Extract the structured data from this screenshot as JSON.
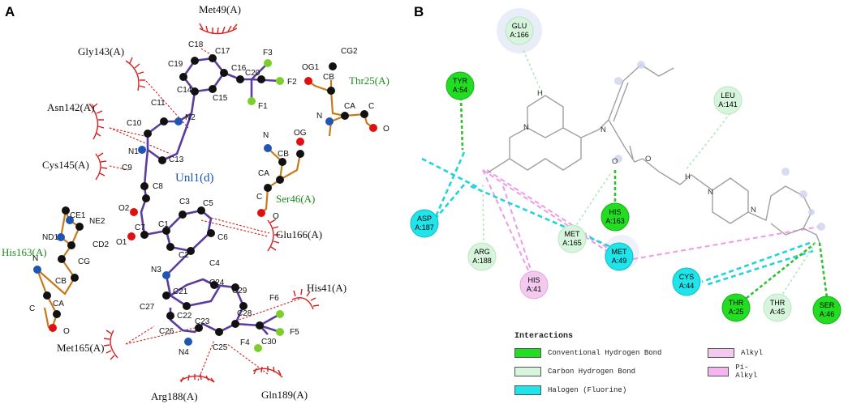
{
  "panels": {
    "a": "A",
    "b": "B"
  },
  "panel_a": {
    "ligand_name": "Unl1(d)",
    "atoms": [
      "C17",
      "C18",
      "C16",
      "F3",
      "C20",
      "F2",
      "C19",
      "C14",
      "C15",
      "F1",
      "C11",
      "N2",
      "C10",
      "C13",
      "N1",
      "C9",
      "C8",
      "O2",
      "C3",
      "C5",
      "C7",
      "C1",
      "O1",
      "C6",
      "C2",
      "C4",
      "N3",
      "C21",
      "C24",
      "C29",
      "C27",
      "C22",
      "C23",
      "C28",
      "F6",
      "C26",
      "C25",
      "C30",
      "F5",
      "N4",
      "F4",
      "CE1",
      "NE2",
      "ND1",
      "CD2",
      "CG",
      "N",
      "CB",
      "CA",
      "C",
      "O",
      "OG1",
      "CG2",
      "CB",
      "CA",
      "N",
      "C",
      "O",
      "N",
      "OG",
      "CB",
      "CA",
      "C",
      "O"
    ],
    "residues_hbond": [
      "Thr25(A)",
      "Ser46(A)",
      "His163(A)"
    ],
    "residues_hydrophobic": [
      "Met49(A)",
      "Gly143(A)",
      "Asn142(A)",
      "Cys145(A)",
      "Glu166(A)",
      "His41(A)",
      "Met165(A)",
      "Arg188(A)",
      "Gln189(A)"
    ]
  },
  "panel_b": {
    "residues": [
      {
        "name": "GLU",
        "id": "A:166",
        "type": "carbon"
      },
      {
        "name": "TYR",
        "id": "A:54",
        "type": "conventional"
      },
      {
        "name": "LEU",
        "id": "A:141",
        "type": "carbon"
      },
      {
        "name": "HIS",
        "id": "A:163",
        "type": "conventional"
      },
      {
        "name": "ASP",
        "id": "A:187",
        "type": "halogen"
      },
      {
        "name": "MET",
        "id": "A:165",
        "type": "carbon"
      },
      {
        "name": "ARG",
        "id": "A:188",
        "type": "carbon"
      },
      {
        "name": "MET",
        "id": "A:49",
        "type": "halogen"
      },
      {
        "name": "HIS",
        "id": "A:41",
        "type": "pialkyl"
      },
      {
        "name": "CYS",
        "id": "A:44",
        "type": "halogen"
      },
      {
        "name": "THR",
        "id": "A:25",
        "type": "conventional"
      },
      {
        "name": "THR",
        "id": "A:45",
        "type": "carbon"
      },
      {
        "name": "SER",
        "id": "A:46",
        "type": "conventional"
      }
    ],
    "atom_labels": [
      "N",
      "H",
      "N",
      "O",
      "O",
      "H",
      "N",
      "N"
    ],
    "legend_title": "Interactions",
    "legend": [
      {
        "label": "Conventional Hydrogen Bond",
        "color": "#22dd22"
      },
      {
        "label": "Carbon Hydrogen Bond",
        "color": "#d7f5dc"
      },
      {
        "label": "Halogen (Fluorine)",
        "color": "#1fe4ea"
      },
      {
        "label": "Alkyl",
        "color": "#f4c9ef"
      },
      {
        "label": "Pi-Alkyl",
        "color": "#f4b6f0"
      }
    ]
  },
  "colors": {
    "bond": "#5c3d9e",
    "carbon": "#111111",
    "oxygen": "#e01010",
    "nitrogen": "#1f56b3",
    "fluorine": "#7ccf28",
    "residue_bond": "#c77a1a",
    "hbond_label": "#1a8a1a",
    "ligand_label": "#1a53a6",
    "hydrophobic": "#d62020"
  }
}
